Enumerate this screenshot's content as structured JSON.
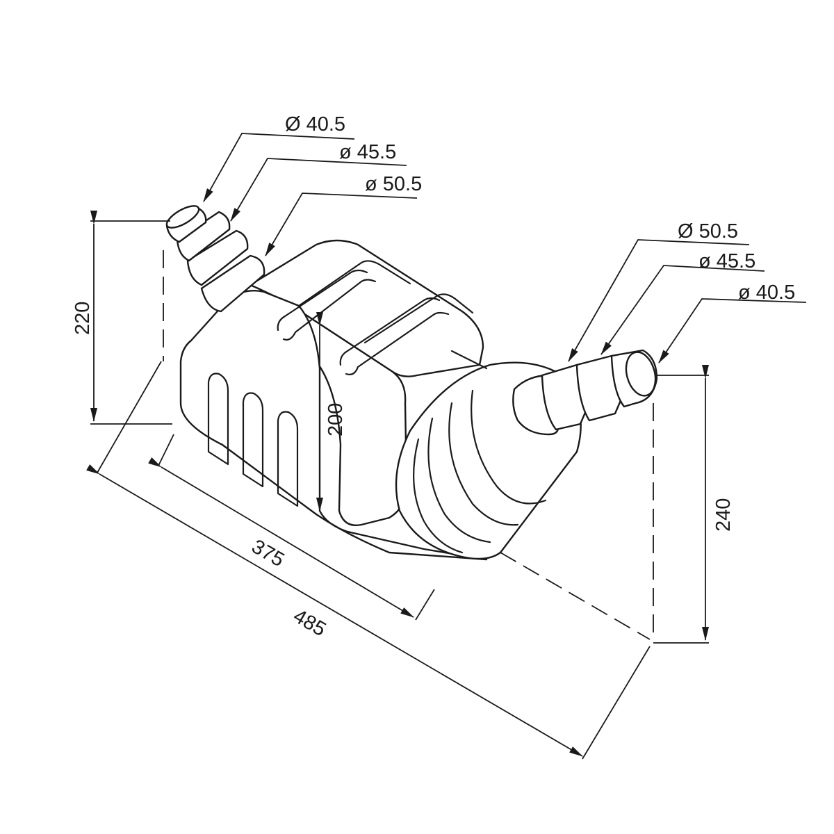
{
  "colors": {
    "line": "#1a1a1a",
    "background": "#ffffff"
  },
  "inlet_diameters": {
    "d1": "Ø 40.5",
    "d2": "ø 45.5",
    "d3": "ø 50.5"
  },
  "outlet_diameters": {
    "d1": "Ø 50.5",
    "d2": "ø 45.5",
    "d3": "ø 40.5"
  },
  "dimensions": {
    "inlet_height": "220",
    "body_height": "200",
    "outlet_height": "240",
    "body_length": "375",
    "total_length": "485"
  }
}
